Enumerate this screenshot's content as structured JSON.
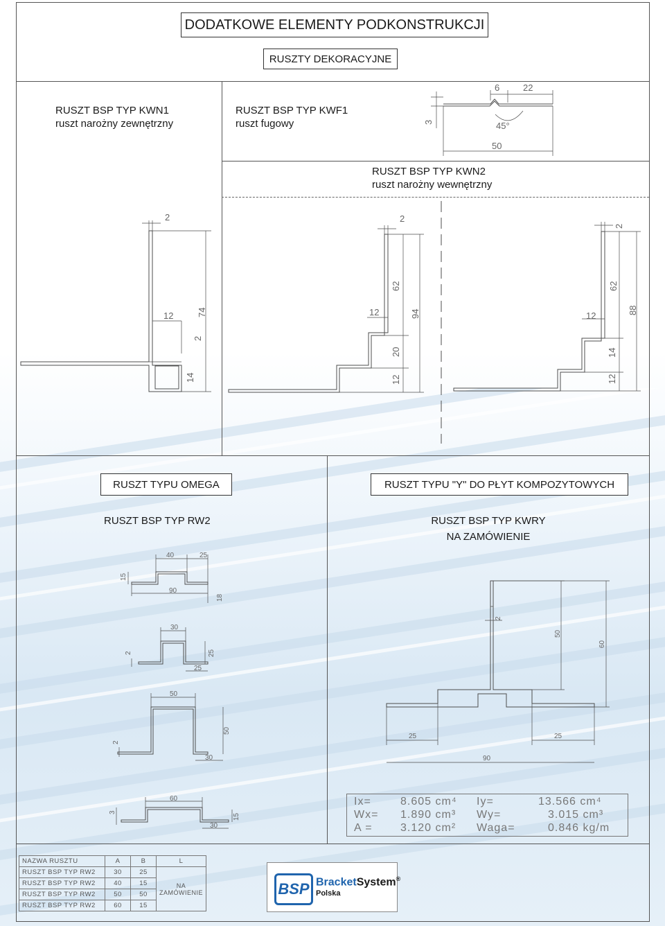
{
  "header": {
    "title": "DODATKOWE ELEMENTY PODKONSTRUKCJI",
    "subtitle": "RUSZTY DEKORACYJNE"
  },
  "kwn1": {
    "name": "RUSZT  BSP  TYP  KWN1",
    "desc": "ruszt narożny zewnętrzny"
  },
  "kwf1": {
    "name": "RUSZT  BSP  TYP  KWF1",
    "desc": "ruszt fugowy"
  },
  "kwn2": {
    "name": "RUSZT  BSP  TYP  KWN2",
    "desc": "ruszt narożny wewnętrzny"
  },
  "omega": {
    "box": "RUSZT TYPU OMEGA",
    "name": "RUSZT  BSP  TYP  RW2"
  },
  "y": {
    "box": "RUSZT TYPU \"Y\" DO PŁYT KOMPOZYTOWYCH",
    "name": "RUSZT  BSP  TYP KWRY",
    "note": "NA ZAMÓWIENIE"
  },
  "dims": {
    "kwf": {
      "d6": "6",
      "d22": "22",
      "d3": "3",
      "d45": "45°",
      "d50": "50"
    },
    "kwn1": {
      "t2": "2",
      "h74": "74",
      "w12": "12",
      "n2": "2",
      "h14": "14"
    },
    "mid": {
      "t2": "2",
      "h62": "62",
      "h94": "94",
      "w12": "12",
      "h20": "20",
      "h12": "12"
    },
    "right": {
      "t2": "2",
      "h62": "62",
      "h88": "88",
      "w12": "12",
      "h14": "14",
      "h12": "12"
    },
    "rw_a": {
      "d40": "40",
      "d25": "25",
      "d15": "15",
      "d90": "90",
      "d18": "18"
    },
    "rw_b": {
      "d30": "30",
      "d2": "2",
      "d25a": "25",
      "d25b": "25"
    },
    "rw_c": {
      "d50": "50",
      "d2": "2",
      "d50v": "50",
      "d30": "30"
    },
    "rw_d": {
      "d60": "60",
      "d3": "3",
      "d30": "30",
      "d15": "15"
    },
    "kwry": {
      "d2": "2",
      "d50": "50",
      "d60": "60",
      "d25a": "25",
      "d25b": "25",
      "d90": "90"
    }
  },
  "props": {
    "ix_l": "Ix=",
    "ix_v": "8.605 cm⁴",
    "iy_l": "Iy=",
    "iy_v": "13.566 cm⁴",
    "wx_l": "Wx=",
    "wx_v": "1.890 cm³",
    "wy_l": "Wy=",
    "wy_v": "3.015 cm³",
    "a_l": "A =",
    "a_v": "3.120 cm²",
    "w_l": "Waga=",
    "w_v": "0.846 kg/m"
  },
  "table": {
    "headers": [
      "NAZWA RUSZTU",
      "A",
      "B",
      "L"
    ],
    "rows": [
      [
        "RUSZT BSP  TYP  RW2",
        "30",
        "25"
      ],
      [
        "RUSZT BSP  TYP  RW2",
        "40",
        "15"
      ],
      [
        "RUSZT BSP  TYP  RW2",
        "50",
        "50"
      ],
      [
        "RUSZT BSP  TYP  RW2",
        "60",
        "15"
      ]
    ],
    "l_value": "NA ZAMÓWIENIE"
  },
  "logo": {
    "mark": "BSP",
    "brand1": "Bracket",
    "brand2": "System",
    "reg": "®",
    "country": "Polska"
  },
  "colors": {
    "logo_blue": "#1f64ad",
    "line": "#4d4d4d"
  }
}
